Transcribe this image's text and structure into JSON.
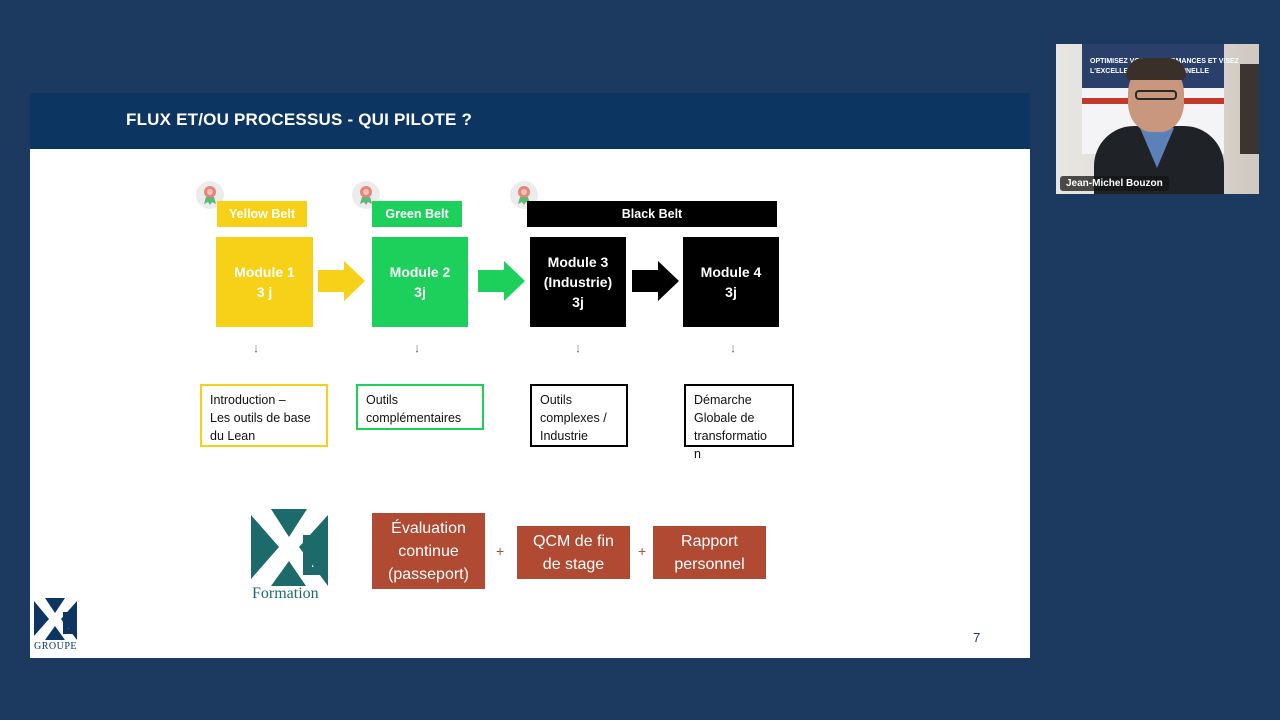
{
  "slide": {
    "title": "FLUX ET/OU PROCESSUS - QUI PILOTE ?",
    "page_number": "7"
  },
  "belts": [
    {
      "label": "Yellow Belt",
      "color": "#f7d117"
    },
    {
      "label": "Green Belt",
      "color": "#1dd05c"
    },
    {
      "label": "Black Belt",
      "color": "#000000"
    }
  ],
  "modules": [
    {
      "line1": "Module 1",
      "line2": "3 j",
      "line3": "",
      "color": "#f7d117"
    },
    {
      "line1": "Module 2",
      "line2": "3j",
      "line3": "",
      "color": "#1dd05c"
    },
    {
      "line1": "Module 3",
      "line2": "(Industrie)",
      "line3": "3j",
      "color": "#000000"
    },
    {
      "line1": "Module 4",
      "line2": "3j",
      "line3": "",
      "color": "#000000"
    }
  ],
  "descriptions": [
    {
      "lines": [
        "Introduction –",
        "Les outils de base",
        "du Lean"
      ],
      "border": "#f7d117"
    },
    {
      "lines": [
        "Outils",
        "complémentaires"
      ],
      "border": "#1dd05c"
    },
    {
      "lines": [
        "Outils",
        "complexes /",
        "Industrie"
      ],
      "border": "#000000"
    },
    {
      "lines": [
        "Démarche",
        "Globale de",
        "transformatio",
        "n"
      ],
      "border": "#000000"
    }
  ],
  "evaluation": [
    {
      "lines": [
        "Évaluation",
        "continue",
        "(passeport)"
      ]
    },
    {
      "lines": [
        "QCM de fin",
        "de stage"
      ]
    },
    {
      "lines": [
        "Rapport",
        "personnel"
      ]
    }
  ],
  "plus_sign": "+",
  "logos": {
    "xl_formation_caption": "Formation",
    "xl_groupe_caption": "GROUPE"
  },
  "webcam": {
    "participant_name": "Jean-Michel Bouzon",
    "banner_line1": "OPTIMISEZ VOS PERFORMANCES ET VISEZ",
    "banner_line2": "L'EXCELLENCE OPÉRATIONNELLE"
  },
  "colors": {
    "background": "#1c3a60",
    "header": "#0c3562",
    "evaluation_red": "#b04a32",
    "xl_teal": "#1d6a6a"
  }
}
